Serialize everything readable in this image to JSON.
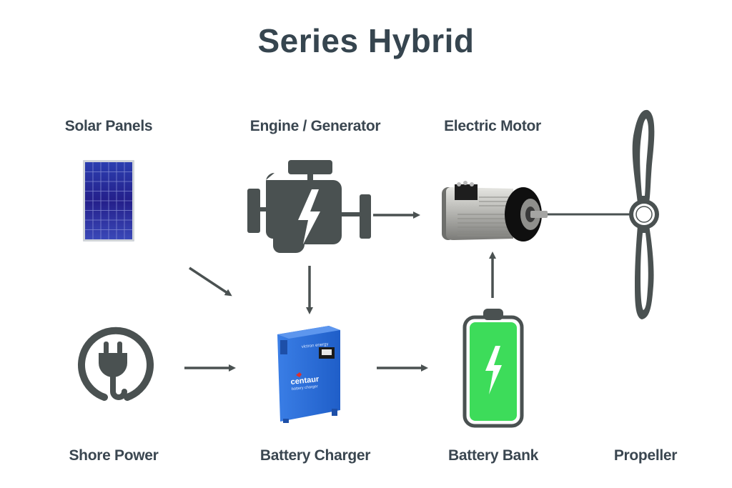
{
  "title": "Series Hybrid",
  "colors": {
    "icon_gray": "#4a5151",
    "title_text": "#36454f",
    "battery_green": "#3ddc5a",
    "charger_blue": "#2b6fd6",
    "solar_blue": "#2a3aa0"
  },
  "nodes": [
    {
      "id": "solar",
      "label": "Solar Panels",
      "icon": "solar-panel-icon"
    },
    {
      "id": "engine",
      "label": "Engine / Generator",
      "icon": "engine-icon"
    },
    {
      "id": "motor",
      "label": "Electric Motor",
      "icon": "electric-motor-icon"
    },
    {
      "id": "shore",
      "label": "Shore Power",
      "icon": "plug-icon"
    },
    {
      "id": "charger",
      "label": "Battery Charger",
      "icon": "battery-charger-icon"
    },
    {
      "id": "battery",
      "label": "Battery Bank",
      "icon": "battery-icon"
    },
    {
      "id": "propeller",
      "label": "Propeller",
      "icon": "propeller-icon"
    }
  ],
  "edges": [
    {
      "from": "engine",
      "to": "motor"
    },
    {
      "from": "engine",
      "to": "charger"
    },
    {
      "from": "solar",
      "to": "charger"
    },
    {
      "from": "shore",
      "to": "charger"
    },
    {
      "from": "charger",
      "to": "battery"
    },
    {
      "from": "battery",
      "to": "motor"
    },
    {
      "from": "motor",
      "to": "propeller"
    }
  ],
  "charger_branding": {
    "brand": "victron energy",
    "model": "centaur",
    "subtitle": "battery charger"
  }
}
